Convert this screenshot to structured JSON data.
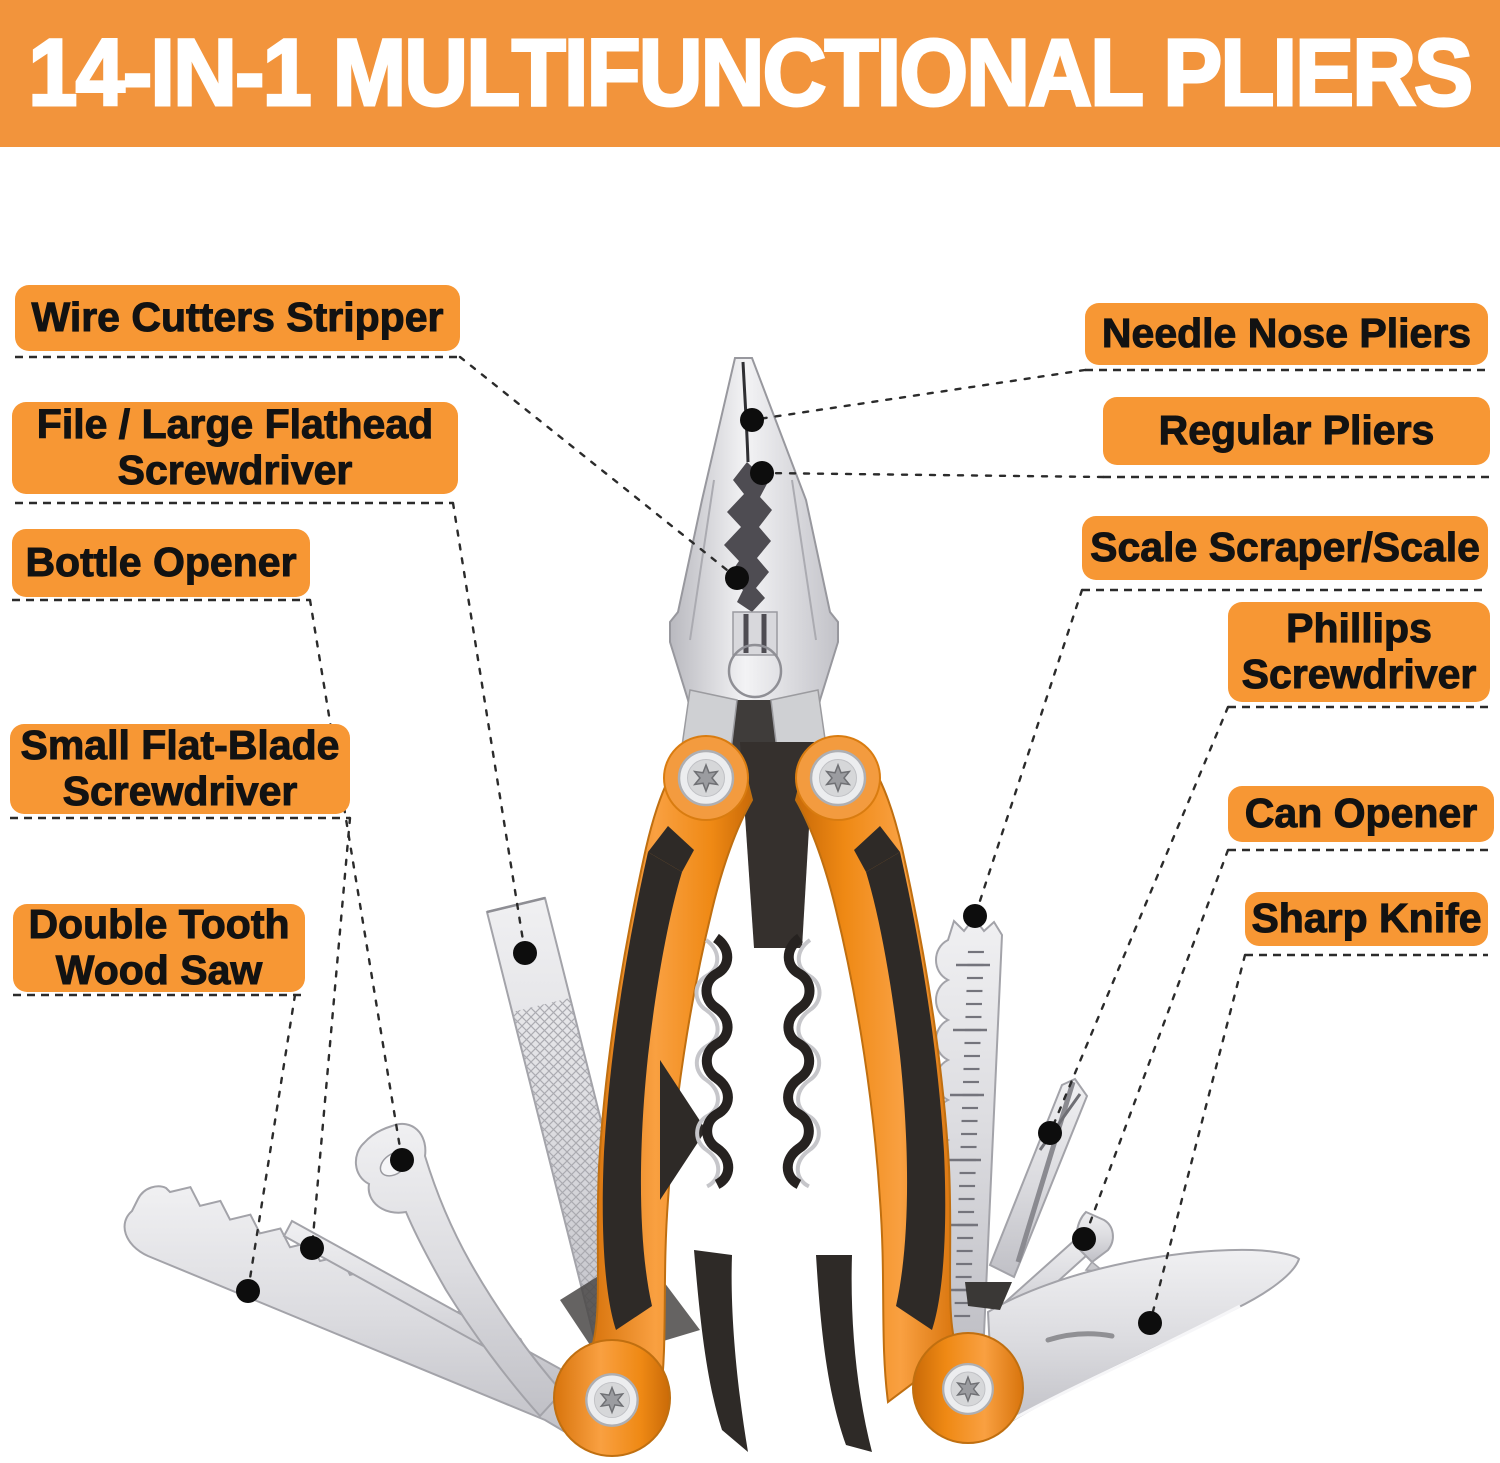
{
  "title": "14-IN-1 MULTIFUNCTIONAL PLIERS",
  "colors": {
    "banner_bg": "#F2943C",
    "label_bg": "#F79734",
    "label_text": "#121212",
    "marker_dot": "#0D0D0D",
    "leader_line": "#2B2B2B",
    "handle_orange": "#F08A17",
    "grip_black": "#2E2A27",
    "metal_silver": "#D9D9DD"
  },
  "labels": [
    {
      "id": "wire-cutters-stripper",
      "side": "left",
      "text": "Wire Cutters Stripper"
    },
    {
      "id": "file-large-flathead-screwdriver",
      "side": "left",
      "text": "File / Large Flathead Screwdriver"
    },
    {
      "id": "bottle-opener",
      "side": "left",
      "text": "Bottle Opener"
    },
    {
      "id": "small-flat-blade-screwdriver",
      "side": "left",
      "text": "Small Flat-Blade Screwdriver"
    },
    {
      "id": "double-tooth-wood-saw",
      "side": "left",
      "text": "Double Tooth Wood Saw"
    },
    {
      "id": "needle-nose-pliers",
      "side": "right",
      "text": "Needle Nose Pliers"
    },
    {
      "id": "regular-pliers",
      "side": "right",
      "text": "Regular Pliers"
    },
    {
      "id": "scale-scraper-scale",
      "side": "right",
      "text": "Scale Scraper/Scale"
    },
    {
      "id": "phillips-screwdriver",
      "side": "right",
      "text": "Phillips Screwdriver"
    },
    {
      "id": "can-opener",
      "side": "right",
      "text": "Can Opener"
    },
    {
      "id": "sharp-knife",
      "side": "right",
      "text": "Sharp Knife"
    }
  ]
}
